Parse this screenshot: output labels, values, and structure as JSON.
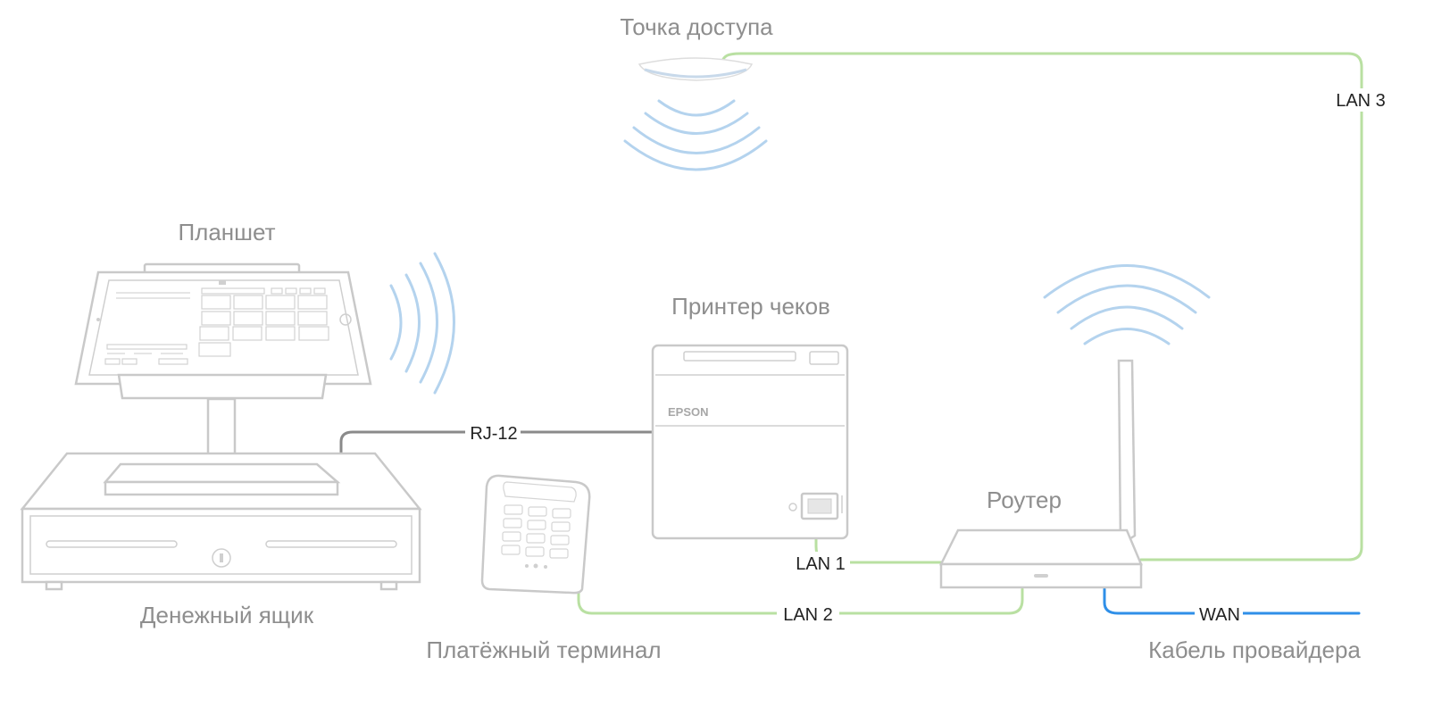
{
  "devices": {
    "access_point": "Точка доступа",
    "tablet": "Планшет",
    "printer": "Принтер чеков",
    "router": "Роутер",
    "cash_drawer": "Денежный ящик",
    "payment_terminal": "Платёжный терминал",
    "provider_cable": "Кабель провайдера"
  },
  "printer_brand": "EPSON",
  "cables": {
    "lan1": "LAN 1",
    "lan2": "LAN 2",
    "lan3": "LAN 3",
    "wan": "WAN",
    "rj12": "RJ-12"
  },
  "colors": {
    "lan": "#b9e0a2",
    "wan": "#2f8fe8",
    "rj12": "#8a8a8a",
    "wifi": "#b4d3ee",
    "device_outline": "#c9c9c9",
    "label_text": "#8e8e8e"
  }
}
